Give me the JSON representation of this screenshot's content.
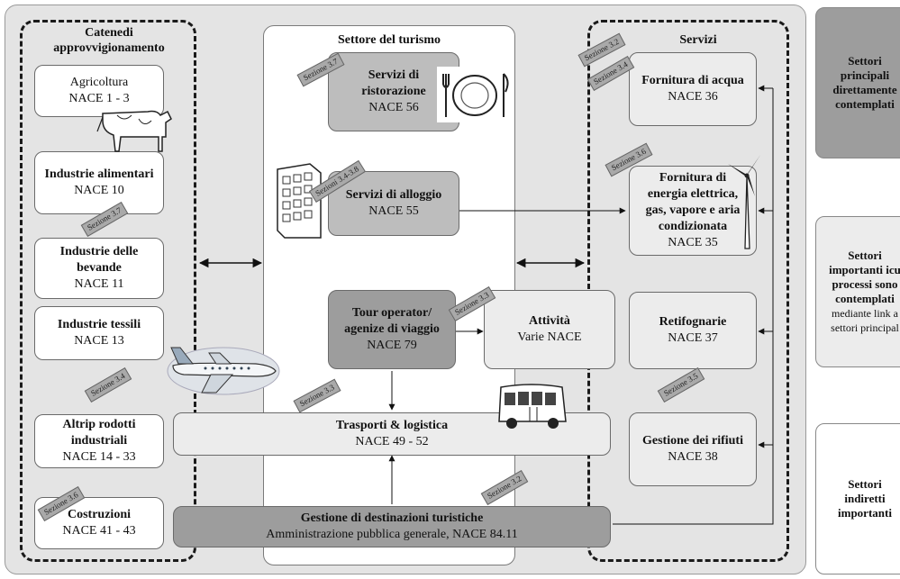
{
  "supply_chain": {
    "title_line1": "Catenedi",
    "title_line2": "approvvigionamento",
    "items": [
      {
        "name": "Agricoltura",
        "code": "NACE 1 - 3"
      },
      {
        "name": "Industrie alimentari",
        "code": "NACE 10"
      },
      {
        "name": "Industrie delle bevande",
        "code": "NACE 11"
      },
      {
        "name": "Industrie tessili",
        "code": "NACE 13"
      },
      {
        "name": "Altrip rodotti industriali",
        "code": "NACE 14 - 33"
      },
      {
        "name": "Costruzioni",
        "code": "NACE 41 - 43"
      }
    ]
  },
  "tourism": {
    "title": "Settore del turismo",
    "food": {
      "line1": "Servizi di",
      "line2": "ristorazione",
      "code": "NACE 56"
    },
    "lodging": {
      "name": "Servizi di alloggio",
      "code": "NACE 55"
    },
    "tour": {
      "line1": "Tour operator/",
      "line2": "agenize di viaggio",
      "code": "NACE 79"
    },
    "activities": {
      "name": "Attività",
      "code": "Varie NACE"
    },
    "transport": {
      "name": "Trasporti & logistica",
      "code": "NACE 49 - 52"
    },
    "destination": {
      "name": "Gestione di destinazioni turistiche",
      "code": "Amministrazione pubblica generale, NACE 84.11"
    }
  },
  "services": {
    "title": "Servizi",
    "water": {
      "name": "Fornitura di acqua",
      "code": "NACE 36"
    },
    "energy": {
      "line1": "Fornitura di",
      "line2": "energia elettrica,",
      "line3": "gas, vapore e aria",
      "line4": "condizionata",
      "code": "NACE 35"
    },
    "sewer": {
      "name": "Retifognarie",
      "code": "NACE 37"
    },
    "waste": {
      "name": "Gestione dei rifiuti",
      "code": "NACE 38"
    }
  },
  "tags": {
    "s37_food": "Sezione 3.7",
    "s34_38": "Sezioni 3.4-3.8",
    "s37_bev": "Sezione 3.7",
    "s34_ind": "Sezione 3.4",
    "s36_con": "Sezione 3.6",
    "s33_tour": "Sezione 3.3",
    "s33_trans": "Sezione 3.3",
    "s32_dest": "Sezione 3.2",
    "s32_serv": "Sezione 3.2",
    "s34_water": "Sezione 3.4",
    "s36_energy": "Sezione 3.6",
    "s35_waste": "Sezione 3.5"
  },
  "legend": {
    "main": [
      "Settori",
      "principali",
      "direttamente",
      "contemplati"
    ],
    "important": [
      "Settori",
      "importanti icu",
      "processi sono",
      "contemplati",
      "mediante link a",
      "settori principal"
    ],
    "indirect": [
      "Settori",
      "indiretti",
      "importanti"
    ]
  },
  "colors": {
    "dark": "#9d9d9d",
    "mid": "#bdbdbd",
    "light": "#ececec",
    "background": "#e4e4e4"
  },
  "icons": [
    "cow-icon",
    "plate-cutlery-icon",
    "hotel-building-icon",
    "airplane-icon",
    "bus-icon",
    "wind-turbine-icon"
  ]
}
